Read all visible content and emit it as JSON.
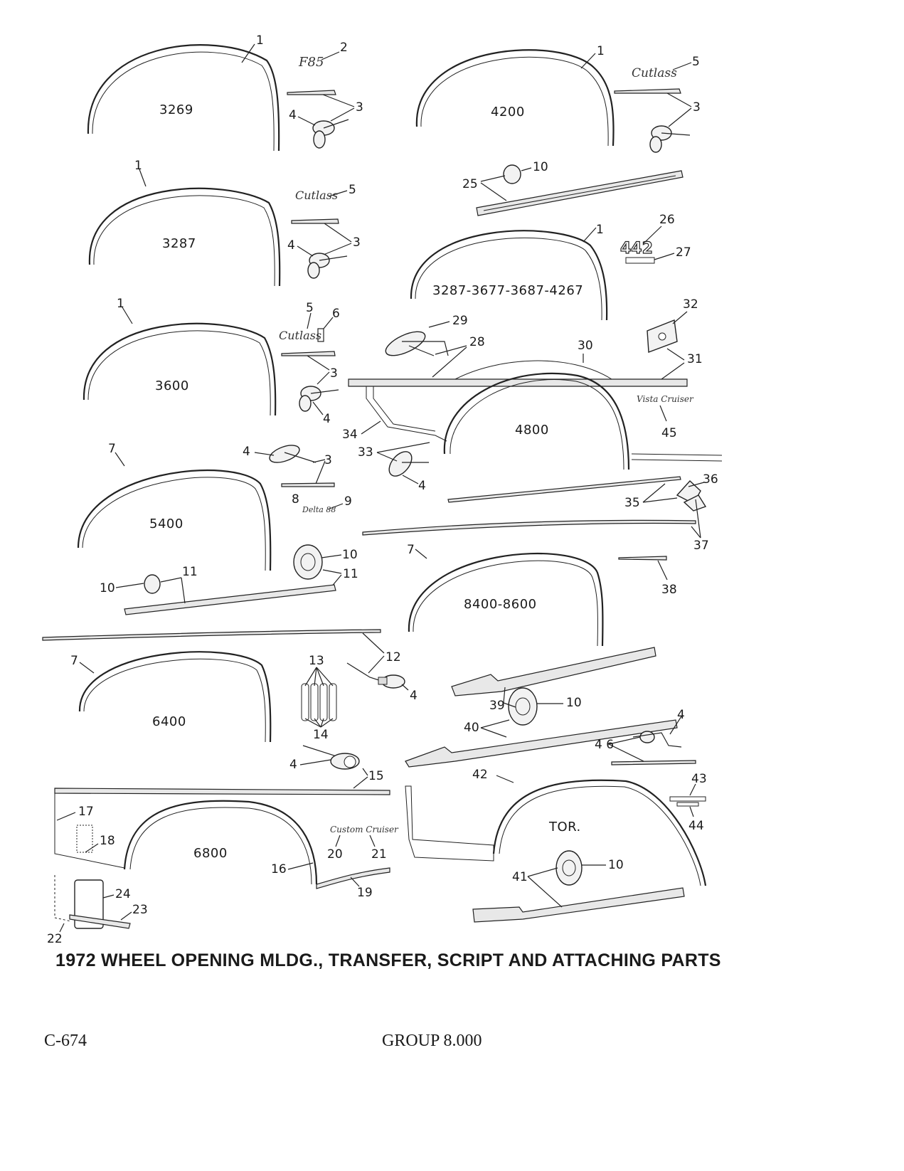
{
  "caption": "1972 WHEEL OPENING MLDG., TRANSFER, SCRIPT AND ATTACHING PARTS",
  "page_number": "C-674",
  "group": "GROUP 8.000",
  "models": {
    "m3269": "3269",
    "m4200": "4200",
    "m3287": "3287",
    "m3287_multi": "3287-3677-3687-4267",
    "m3600": "3600",
    "m4800": "4800",
    "m5400": "5400",
    "m8400": "8400-8600",
    "m6400": "6400",
    "m6800": "6800",
    "tor": "TOR."
  },
  "emblems": {
    "e442": "442"
  },
  "callouts": {
    "c1a": "1",
    "c2": "2",
    "c3a": "3",
    "c4a": "4",
    "c1b": "1",
    "c5a": "5",
    "c3b": "3",
    "c1c": "1",
    "c5b": "5",
    "c3c": "3",
    "c4c": "4",
    "c10a": "10",
    "c25": "25",
    "c1d": "1",
    "c26": "26",
    "c27": "27",
    "c1e": "1",
    "c5c": "5",
    "c6": "6",
    "c3e": "3",
    "c4e": "4",
    "c29": "29",
    "c28": "28",
    "c30": "30",
    "c32": "32",
    "c31": "31",
    "c45": "45",
    "c34": "34",
    "c33": "33",
    "c4f": "4",
    "c7a": "7",
    "c4g": "4",
    "c3g": "3",
    "c8": "8",
    "c9": "9",
    "c36": "36",
    "c35": "35",
    "c37": "37",
    "c10b": "10",
    "c11a": "11",
    "c10c": "10",
    "c11b": "11",
    "c7b": "7",
    "c38": "38",
    "c12": "12",
    "c4h": "4",
    "c7c": "7",
    "c13": "13",
    "c14": "14",
    "c39": "39",
    "c10d": "10",
    "c40": "40",
    "c4i": "4",
    "c46": "4 6",
    "c4j": "4",
    "c15": "15",
    "c42": "42",
    "c43": "43",
    "c44": "44",
    "c17": "17",
    "c18": "18",
    "c16": "16",
    "c20": "20",
    "c21": "21",
    "c19": "19",
    "c10e": "10",
    "c41": "41",
    "c24": "24",
    "c23": "23",
    "c22": "22"
  }
}
